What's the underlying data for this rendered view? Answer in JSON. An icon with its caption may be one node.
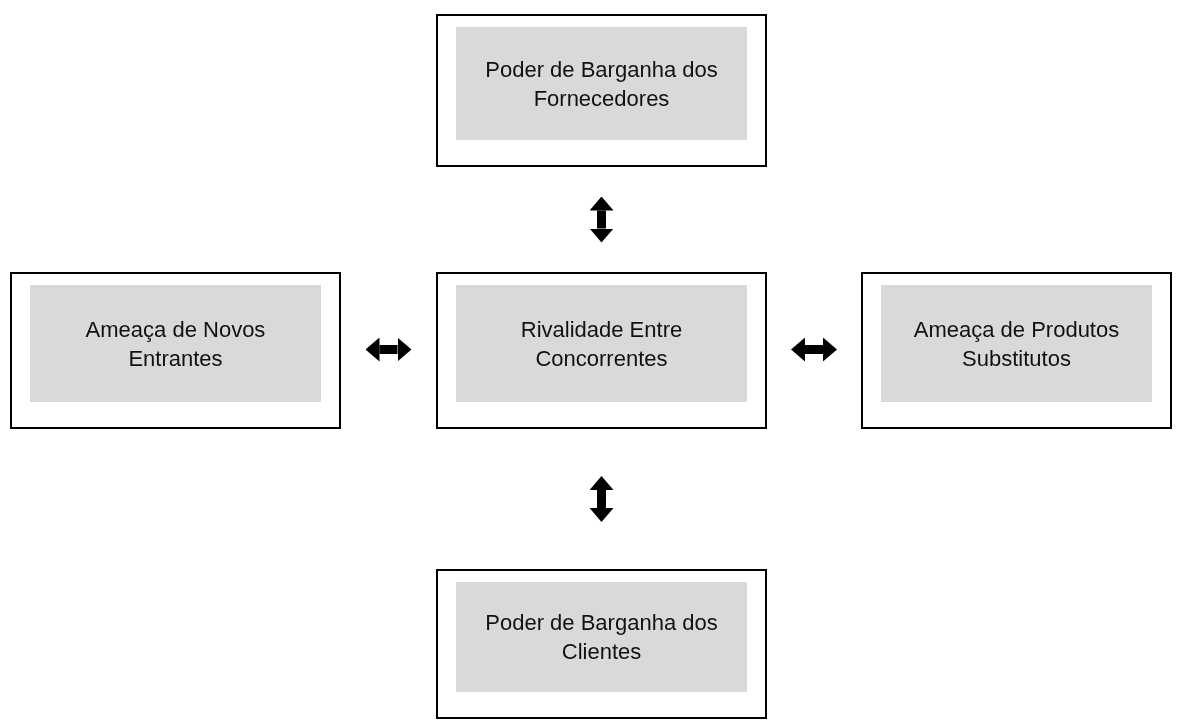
{
  "diagram": {
    "nodes": [
      {
        "text": [
          "Poder de Barganha dos Fornecedores"
        ]
      },
      {
        "text": [
          "Ameaça de Novos Entrantes"
        ]
      },
      {
        "text": [
          "Rivalidade Entre Concorrentes"
        ]
      },
      {
        "text": [
          "Ameaça de Produtos Substitutos"
        ]
      },
      {
        "text": [
          "Poder de Barganha dos Clientes"
        ]
      }
    ],
    "edges": [
      {
        "from": 0,
        "to": 2,
        "arrow": "both"
      },
      {
        "from": 1,
        "to": 2,
        "arrow": "both"
      },
      {
        "from": 2,
        "to": 3,
        "arrow": "both"
      },
      {
        "from": 2,
        "to": 4,
        "arrow": "both"
      }
    ]
  }
}
